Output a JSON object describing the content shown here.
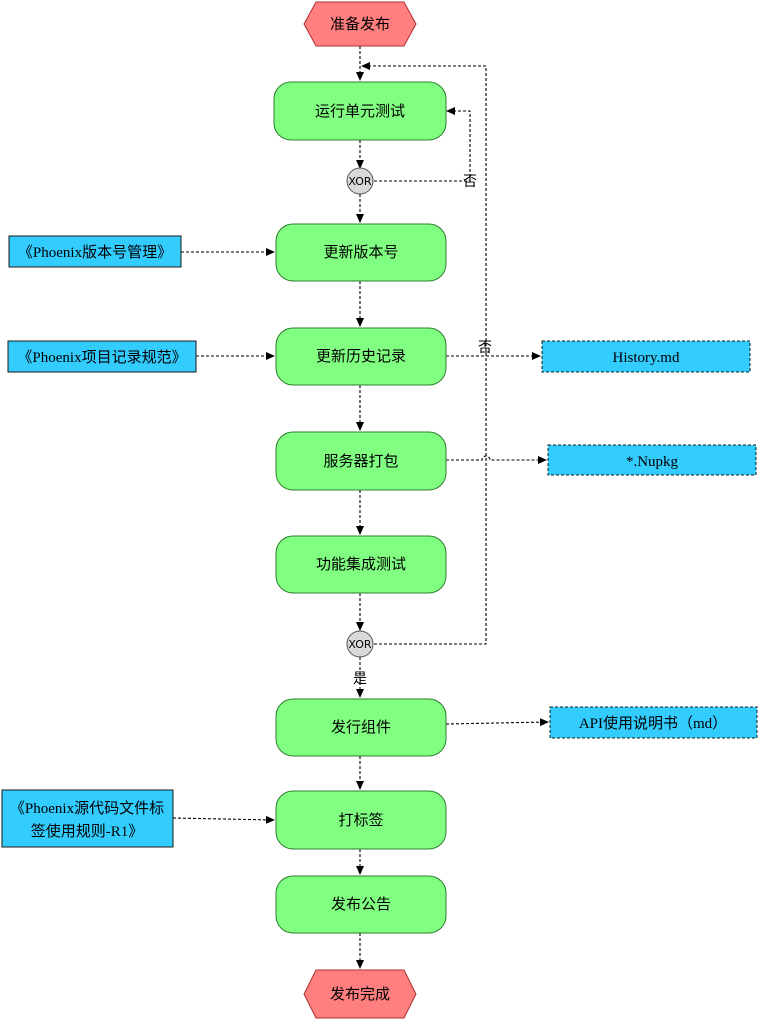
{
  "nodes": {
    "start": "准备发布",
    "run_unit_tests": "运行单元测试",
    "update_version": "更新版本号",
    "update_history": "更新历史记录",
    "server_package": "服务器打包",
    "integration_test": "功能集成测试",
    "release_component": "发行组件",
    "tag": "打标签",
    "announce": "发布公告",
    "end": "发布完成"
  },
  "gateways": {
    "xor1": "XOR",
    "xor2": "XOR"
  },
  "edge_labels": {
    "no_retest": "否",
    "no_integration": "否",
    "yes_integration": "是"
  },
  "inputs": {
    "version_doc": "《Phoenix版本号管理》",
    "record_doc": "《Phoenix项目记录规范》",
    "source_doc_line1": "《Phoenix源代码文件标",
    "source_doc_line2": "签使用规则-R1》"
  },
  "outputs": {
    "history": "History.md",
    "nupkg": "*.Nupkg",
    "api_doc": "API使用说明书（md）"
  },
  "colors": {
    "event_fill": "#ff7f7f",
    "task_fill": "#80ff80",
    "document_fill": "#33ccff",
    "gateway_fill": "#d9d9d9"
  }
}
